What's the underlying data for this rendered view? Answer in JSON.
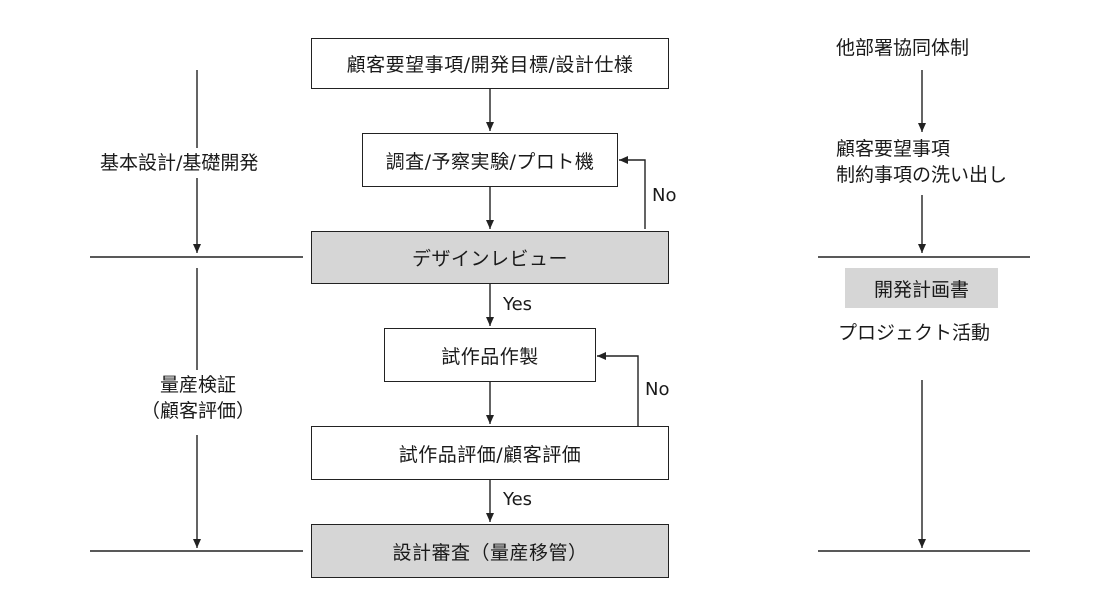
{
  "center_flow": {
    "box1": "顧客要望事項/開発目標/設計仕様",
    "box2": "調査/予察実験/プロト機",
    "box3": "デザインレビュー",
    "box4": "試作品作製",
    "box5": "試作品評価/顧客評価",
    "box6": "設計審査（量産移管）",
    "yes1": "Yes",
    "no1": "No",
    "yes2": "Yes",
    "no2": "No"
  },
  "left_column": {
    "phase1": "基本設計/基礎開発",
    "phase2_line1": "量産検証",
    "phase2_line2": "（顧客評価）"
  },
  "right_column": {
    "title": "他部署協同体制",
    "note_line1": "顧客要望事項",
    "note_line2": "制約事項の洗い出し",
    "plan_doc": "開発計画書",
    "activity": "プロジェクト活動"
  },
  "colors": {
    "gray_fill": "#d6d6d6",
    "stroke": "#222222"
  }
}
